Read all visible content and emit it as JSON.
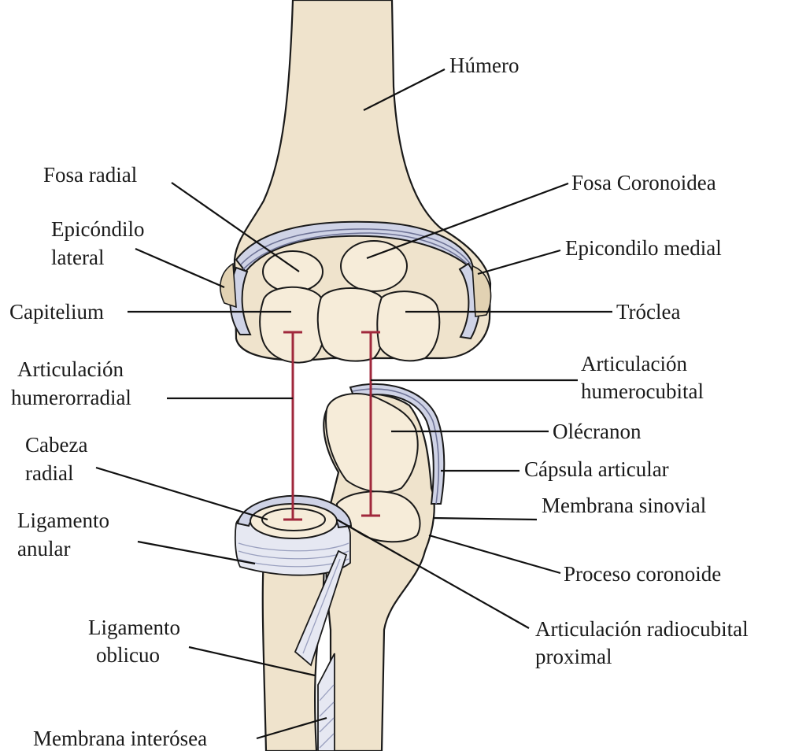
{
  "labels": {
    "humero": "Húmero",
    "fosa_radial": "Fosa radial",
    "fosa_coronoidea": "Fosa Coronoidea",
    "epicondilo_lateral_1": "Epicóndilo",
    "epicondilo_lateral_2": "lateral",
    "epicondilo_medial": "Epicondilo medial",
    "capitelium": "Capitelium",
    "troclea": "Tróclea",
    "art_humerorradial_1": "Articulación",
    "art_humerorradial_2": "humerorradial",
    "art_humerocubital_1": "Articulación",
    "art_humerocubital_2": "humerocubital",
    "olecranon": "Olécranon",
    "cabeza_radial_1": "Cabeza",
    "cabeza_radial_2": "radial",
    "capsula_articular": "Cápsula articular",
    "membrana_sinovial": "Membrana sinovial",
    "ligamento_anular_1": "Ligamento",
    "ligamento_anular_2": "anular",
    "proceso_coronoide": "Proceso coronoide",
    "art_radiocubital_1": "Articulación radiocubital",
    "art_radiocubital_2": "proximal",
    "ligamento_oblicuo_1": "Ligamento",
    "ligamento_oblicuo_2": "oblicuo",
    "membrana_interosea": "Membrana interósea"
  },
  "colors": {
    "bone": "#efe3cc",
    "capsule": "#cfd3e6",
    "joint_marker": "#a0283c"
  }
}
